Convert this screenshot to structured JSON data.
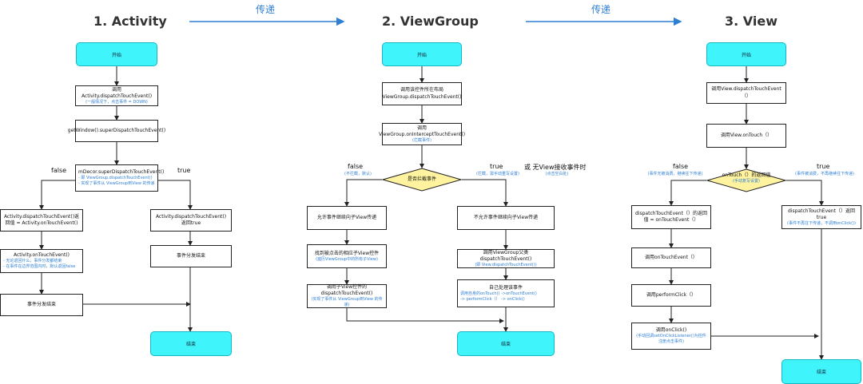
{
  "titles": {
    "activity": "1. Activity",
    "viewgroup": "2. ViewGroup",
    "view": "3. View"
  },
  "transfer_label": "传递",
  "activity": {
    "start": "开始",
    "dispatch": "调用Activity.dispatchTouchEvent()",
    "dispatch_note": "(一般情况下，点击事件 = DOWN)",
    "window": "getWindow().superDispatchTouchEvent()",
    "decor": "mDecor.superDispatchTouchEvent()",
    "decor_note1": "- 即 ViewGroup.dispatchTouchEvent()",
    "decor_note2": "- 实现了事件从 ViewGroup到View 的传递",
    "false": "false",
    "true": "true",
    "left_return": "Activity.dispatchTouchEvent()返回值 = Activity.onTouchEvent()",
    "right_return": "Activity.dispatchTouchEvent()返回true",
    "ontouch": "Activity.onTouchEvent()",
    "ontouch_note1": "- 无论返回什么，事件分发都结束",
    "ontouch_note2": "- 在事件在边界范围内时，默认返回false",
    "end_left": "事件分发结束",
    "end_right": "事件分发结束",
    "end": "结束"
  },
  "viewgroup": {
    "start": "开始",
    "dispatch": "调用该控件所在布局 ViewGroup.dispatchTouchEvent()",
    "intercept": "调用ViewGroup.onInterceptTouchEvent()",
    "intercept_note": "(拦截事件)",
    "decision": "是否拦截事件",
    "false": "false",
    "false_note": "(不拦截，默认)",
    "true": "true",
    "true_note": "(拦截，需手动重写设置)",
    "or_text": "或  无View接收事件时",
    "or_note": "(点击空白处)",
    "allow": "允许事件继续向子View传递",
    "deny": "不允许事件继续向子View传递",
    "find": "找到被点击的相应子View控件",
    "find_note": "(遍历ViewGroup中的所有子View)",
    "parent_dispatch": "調用ViewGroup父类dispatchTouchEvent()",
    "parent_note": "(即 View.dispatchTouchEvent())",
    "child_dispatch": "调用子View控件的 dispatchTouchEvent()",
    "child_note": "(实现了事件从 ViewGroup到View 的传递)",
    "self_handle": "自己处理该事件",
    "self_note1": "调用自身的onTouch() ->onTouchEvent()",
    "self_note2": "-> performClick（）  -> onClick()",
    "end": "结束"
  },
  "view": {
    "start": "开始",
    "dispatch": "调用View.dispatchTouchEvent（）",
    "ontouch": "调用View.onTouch（）",
    "decision": "onTouch（）的返回值",
    "decision_note": "(手动复写设置)",
    "false": "false",
    "false_note": "(事件无被消费，继续往下传递)",
    "true": "true",
    "true_note": "(事件被消费，不再继续往下传递)",
    "left_return": "dispatchTouchEvent（）的返回值 = onTouchEvent（）",
    "right_return": "dispatchTouchEvent（）返回true",
    "right_note": "(事件不再往下传递，不调用onClick())",
    "ontouchevent": "调用onTouchEvent（）",
    "performclick": "调用performClick（）",
    "onclick": "调用onClick()",
    "onclick_note": "(手动回调setOnClickListener()为控件注册点击事件)",
    "end": "结束"
  }
}
